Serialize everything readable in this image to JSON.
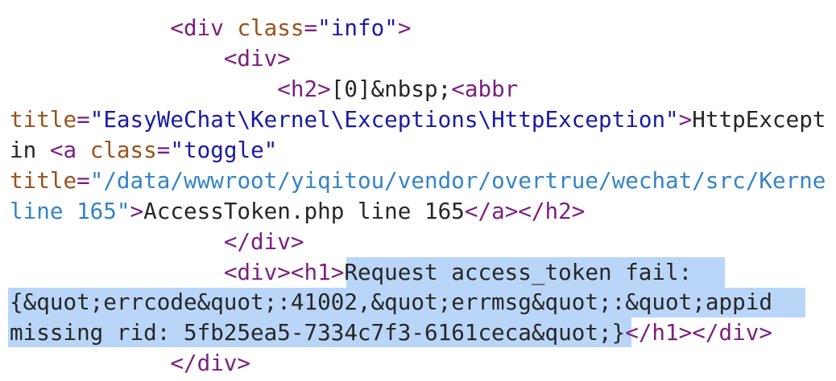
{
  "colors": {
    "tag": "#7b1f7e",
    "attribute_name": "#98521c",
    "attribute_value": "#1a1aa0",
    "attribute_url": "#3384c5",
    "text": "#262626",
    "selection": "#b9d6f9"
  },
  "lines": {
    "l1": {
      "indent": "            ",
      "open": "<div",
      "attr": "class",
      "eq": "=",
      "val": "\"info\"",
      "close": ">"
    },
    "l2": {
      "indent": "                ",
      "tag": "<div>"
    },
    "l3": {
      "indent": "                    ",
      "tag_open": "<h2>",
      "text": "[0]&nbsp;",
      "abbr_open": "<abbr"
    },
    "l4": {
      "attr": "title",
      "eq": "=",
      "val": "\"EasyWeChat\\Kernel\\Exceptions\\HttpException\"",
      "close": ">",
      "text": "HttpExcept"
    },
    "l5": {
      "text": "in ",
      "a_open": "<a",
      "space": " ",
      "attr": "class",
      "eq": "=",
      "val": "\"toggle\""
    },
    "l6": {
      "attr": "title",
      "eq": "=",
      "val": "\"/data/wwwroot/yiqitou/vendor/overtrue/wechat/src/Kerne"
    },
    "l7": {
      "val": "line 165\"",
      "close": ">",
      "text": "AccessToken.php line 165",
      "end_tags": "</a></h2>"
    },
    "l8": {
      "indent": "                ",
      "tag": "</div>"
    },
    "l9": {
      "indent": "                ",
      "tags": "<div><h1>",
      "selected_text": "Request access_token fail:"
    },
    "l10": {
      "selected_text": "{&quot;errcode&quot;:41002,&quot;errmsg&quot;:&quot;appid"
    },
    "l11": {
      "selected_text": "missing rid: 5fb25ea5-7334c7f3-6161ceca&quot;}",
      "end_tags": "</h1></div>"
    },
    "l12": {
      "indent": "            ",
      "tag": "</div>"
    }
  }
}
